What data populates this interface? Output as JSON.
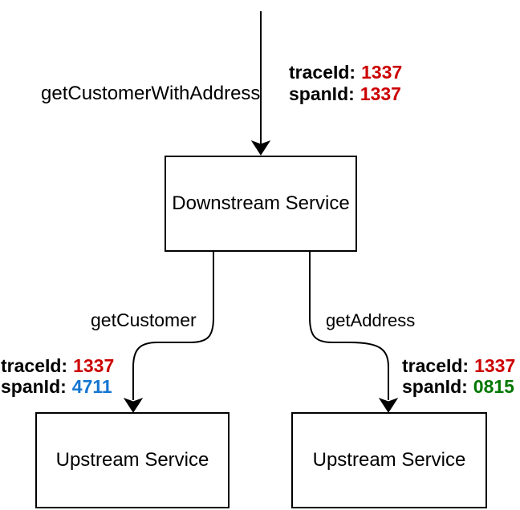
{
  "nodes": {
    "downstream": {
      "label": "Downstream Service"
    },
    "upstream_left": {
      "label": "Upstream Service"
    },
    "upstream_right": {
      "label": "Upstream Service"
    }
  },
  "edges": {
    "root": {
      "label": "getCustomerWithAddress"
    },
    "left": {
      "label": "getCustomer"
    },
    "right": {
      "label": "getAddress"
    }
  },
  "traces": {
    "root": {
      "trace_key": "traceId:",
      "trace_value": "1337",
      "trace_color": "#cc0000",
      "span_key": "spanId:",
      "span_value": "1337",
      "span_color": "#cc0000"
    },
    "left": {
      "trace_key": "traceId:",
      "trace_value": "1337",
      "trace_color": "#cc0000",
      "span_key": "spanId:",
      "span_value": "4711",
      "span_color": "#1576d2"
    },
    "right": {
      "trace_key": "traceId:",
      "trace_value": "1337",
      "trace_color": "#cc0000",
      "span_key": "spanId:",
      "span_value": "0815",
      "span_color": "#007700"
    }
  },
  "colors": {
    "line": "#000000",
    "text": "#000000",
    "node_border": "#000000",
    "node_fill": "#ffffff"
  }
}
